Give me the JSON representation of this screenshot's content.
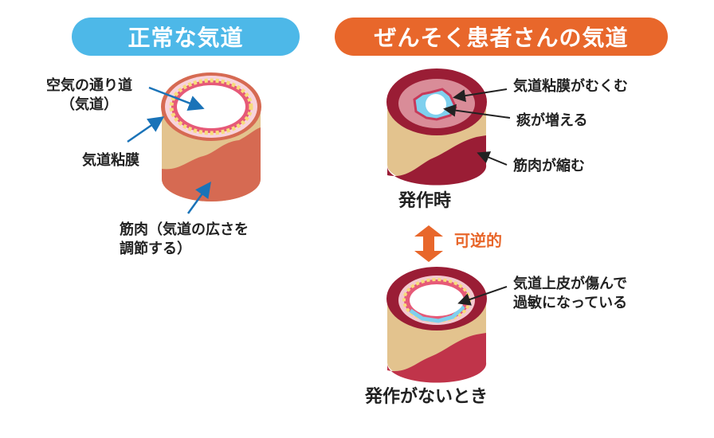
{
  "normal": {
    "title": "正常な気道",
    "labels": {
      "airway_line1": "空気の通り道",
      "airway_line2": "（気道）",
      "mucosa": "気道粘膜",
      "muscle_line1": "筋肉（気道の広さを",
      "muscle_line2": "調節する）"
    }
  },
  "asthma": {
    "title": "ぜんそく患者さんの気道",
    "attack": {
      "caption": "発作時",
      "labels": {
        "swelling": "気道粘膜がむくむ",
        "phlegm": "痰が増える",
        "muscle": "筋肉が縮む"
      }
    },
    "reversible": "可逆的",
    "no_attack": {
      "caption": "発作がないとき",
      "label_line1": "気道上皮が傷んで",
      "label_line2": "過敏になっている"
    }
  },
  "colors": {
    "normal_accent": "#4db8e8",
    "asthma_accent": "#e8672b",
    "normal_muscle": "#d66a52",
    "asthma_muscle": "#9a1d35",
    "cartilage": "#e3c38e",
    "arrow_blue": "#1a73b8"
  }
}
